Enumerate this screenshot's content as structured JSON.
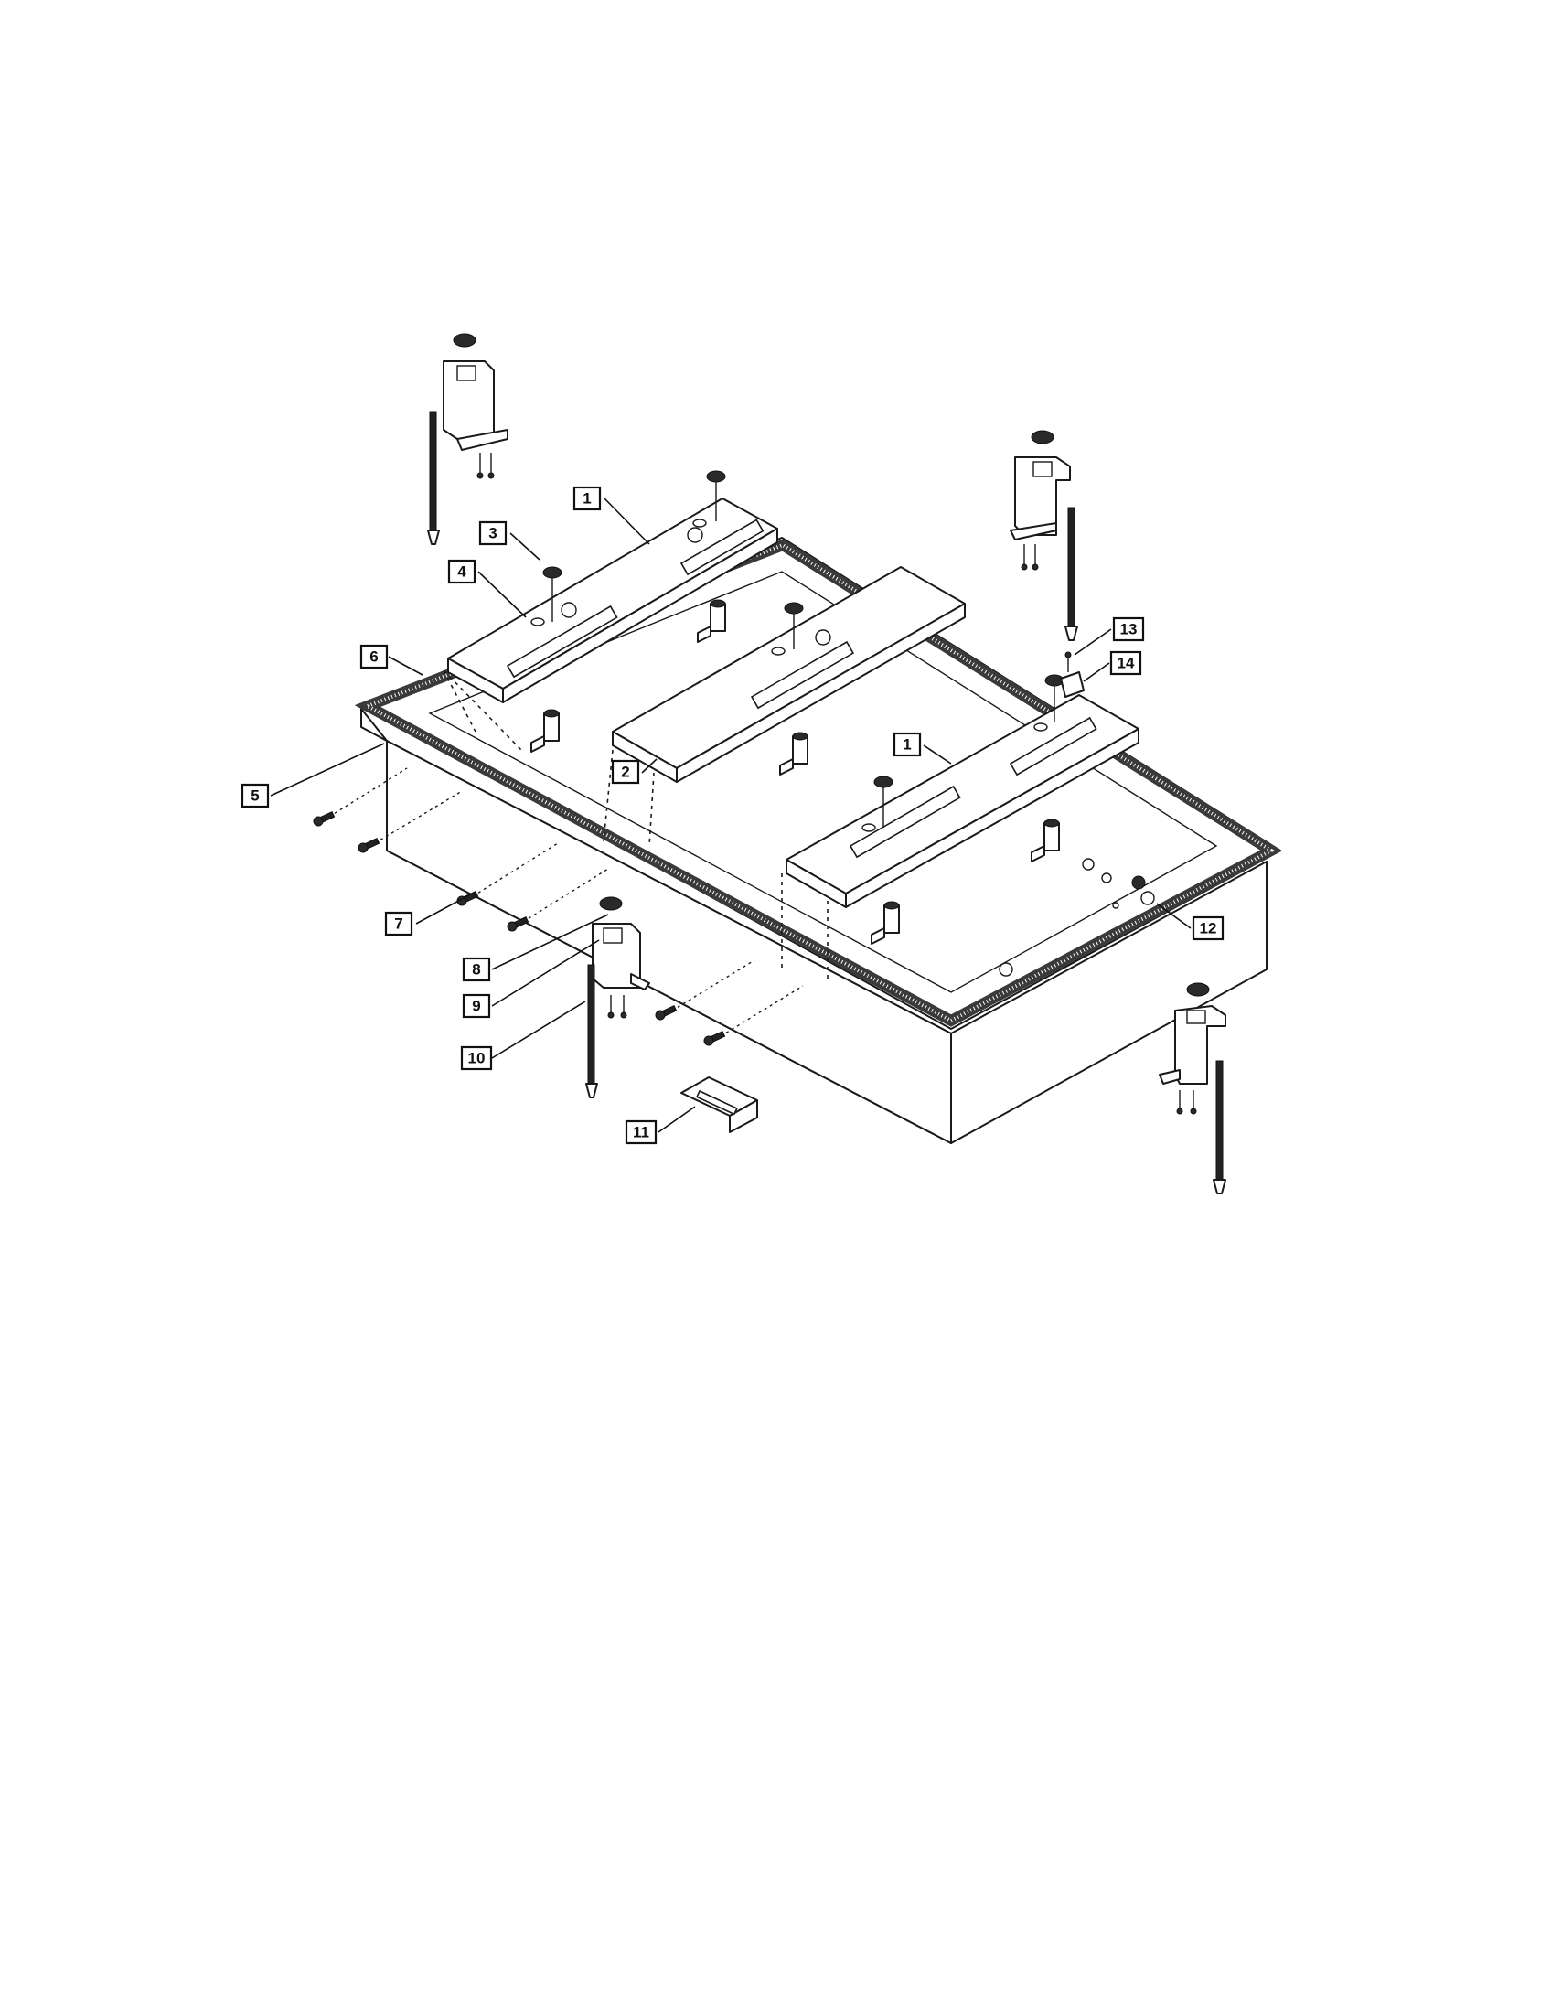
{
  "diagram": {
    "callouts": [
      {
        "id": "c1a",
        "label": "1"
      },
      {
        "id": "c1b",
        "label": "1"
      },
      {
        "id": "c2",
        "label": "2"
      },
      {
        "id": "c3",
        "label": "3"
      },
      {
        "id": "c4",
        "label": "4"
      },
      {
        "id": "c5",
        "label": "5"
      },
      {
        "id": "c6",
        "label": "6"
      },
      {
        "id": "c7",
        "label": "7"
      },
      {
        "id": "c8",
        "label": "8"
      },
      {
        "id": "c9",
        "label": "9"
      },
      {
        "id": "c10",
        "label": "10"
      },
      {
        "id": "c11",
        "label": "11"
      },
      {
        "id": "c12",
        "label": "12"
      },
      {
        "id": "c13",
        "label": "13"
      },
      {
        "id": "c14",
        "label": "14"
      }
    ]
  }
}
